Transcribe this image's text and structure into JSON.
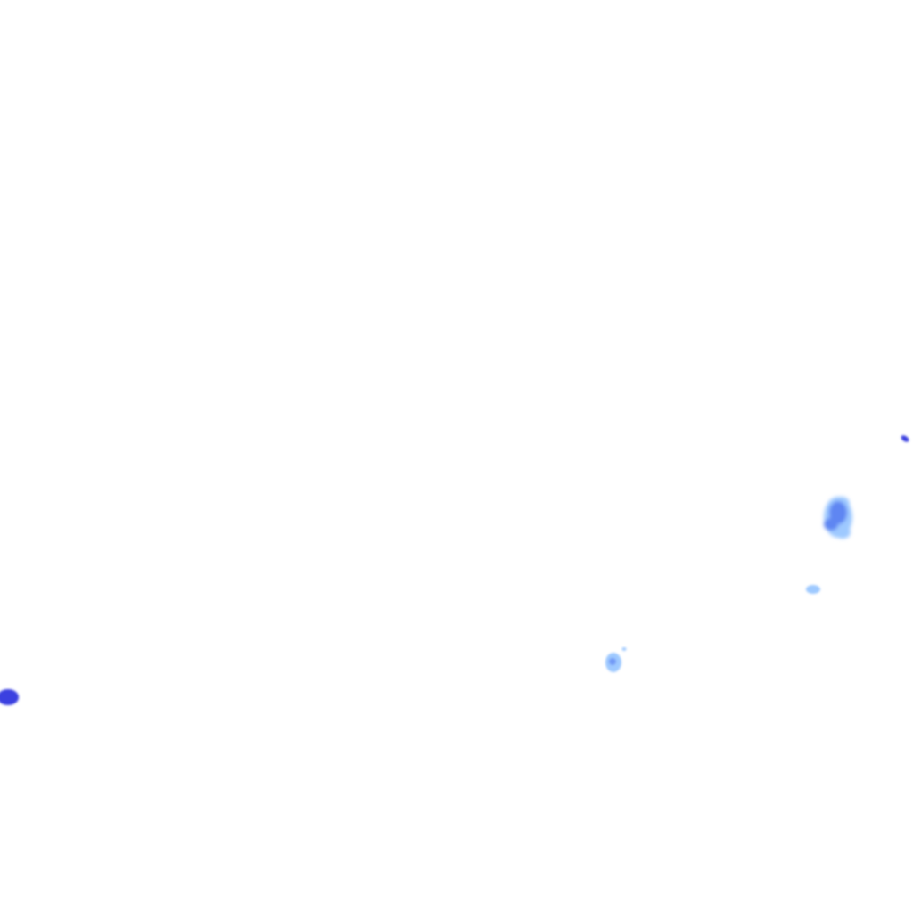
{
  "map": {
    "type": "precipitation-radar-overlay",
    "background_color": "#ffffff",
    "intensity_colors": {
      "light": "#9ec9ff",
      "moderate": "#5f86f2",
      "heavy": "#3a3fe0"
    },
    "echoes": [
      {
        "id": "echo-east-small",
        "intensity": "heavy"
      },
      {
        "id": "echo-east-cluster",
        "intensity": "moderate"
      },
      {
        "id": "echo-east-light",
        "intensity": "light"
      },
      {
        "id": "echo-central-light",
        "intensity": "light"
      },
      {
        "id": "echo-west-edge",
        "intensity": "heavy"
      }
    ]
  }
}
